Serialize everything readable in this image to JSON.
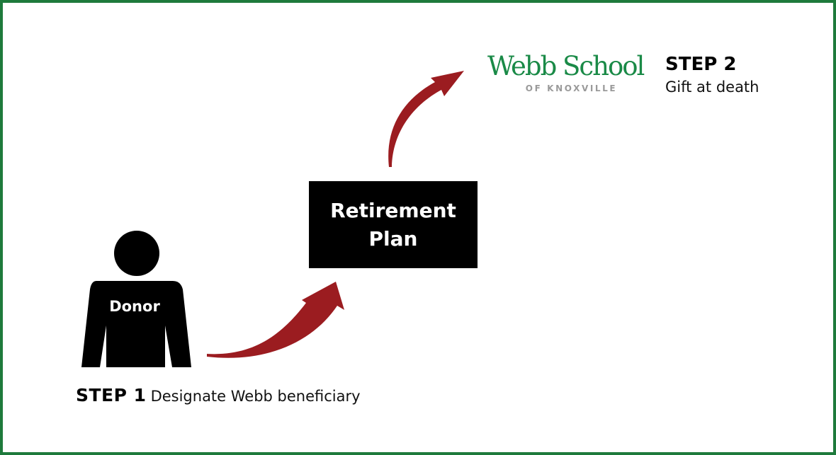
{
  "colors": {
    "frame": "#1e7a3c",
    "arrow": "#9b1c20",
    "logo_green": "#1a8a47",
    "logo_gray": "#9a9a9a",
    "box": "#000000"
  },
  "donor": {
    "label": "Donor",
    "icon": "person-silhouette-icon"
  },
  "plan": {
    "label": "Retirement\nPlan"
  },
  "step1": {
    "label": "STEP 1",
    "description": "Designate Webb beneficiary"
  },
  "logo": {
    "name": "Webb School",
    "subtitle": "OF KNOXVILLE"
  },
  "step2": {
    "label": "STEP 2",
    "description": "Gift at death"
  },
  "arrows": [
    {
      "name": "donor-to-plan-arrow",
      "icon": "curved-arrow-icon"
    },
    {
      "name": "plan-to-school-arrow",
      "icon": "curved-arrow-icon"
    }
  ]
}
